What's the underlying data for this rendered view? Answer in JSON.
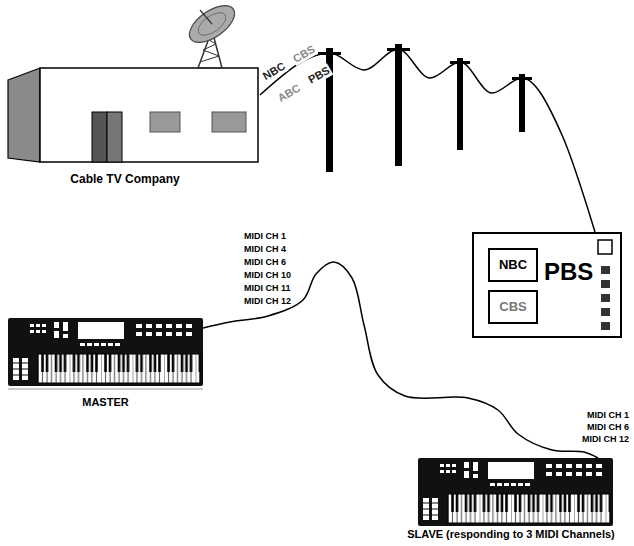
{
  "diagram": {
    "nodes": [
      {
        "text": [
          "Cable TV Company"
        ]
      },
      {
        "text": [
          "PBS"
        ]
      },
      {
        "text": [
          "NBC"
        ],
        "in": 1
      },
      {
        "text": [
          "CBS"
        ],
        "in": 1
      },
      {
        "text": [
          "MASTER"
        ]
      },
      {
        "text": [
          "SLAVE (responding to 3 MIDI Channels)"
        ]
      }
    ],
    "edges": [
      {
        "from": 0,
        "to": 1,
        "arrow": "none"
      },
      {
        "from": 4,
        "to": 5,
        "arrow": "none"
      }
    ],
    "labels": [
      "NBC",
      "CBS",
      "ABC",
      "PBS",
      "MIDI CH 1",
      "MIDI CH 4",
      "MIDI CH 6",
      "MIDI CH 10",
      "MIDI CH 11",
      "MIDI CH 12",
      "MIDI CH 1",
      "MIDI CH 6",
      "MIDI CH 12"
    ]
  }
}
